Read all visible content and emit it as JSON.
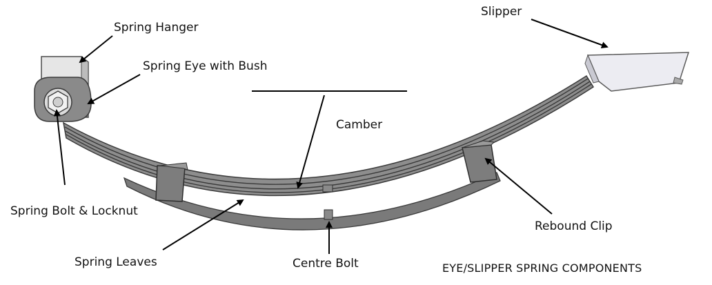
{
  "labels": {
    "spring_hanger": "Spring Hanger",
    "spring_eye_with_bush": "Spring Eye with Bush",
    "camber": "Camber",
    "spring_bolt_locknut": "Spring Bolt & Locknut",
    "spring_leaves": "Spring Leaves",
    "centre_bolt": "Centre Bolt",
    "rebound_clip": "Rebound Clip",
    "slipper": "Slipper"
  },
  "caption": "EYE/SLIPPER SPRING COMPONENTS",
  "colors": {
    "leaf_fill": "#8d8d8d",
    "leaf_edge": "#3a3a3a",
    "hanger_fill": "#e6e6e6",
    "slipper_fill": "#ececf2",
    "arrow": "#000000"
  }
}
